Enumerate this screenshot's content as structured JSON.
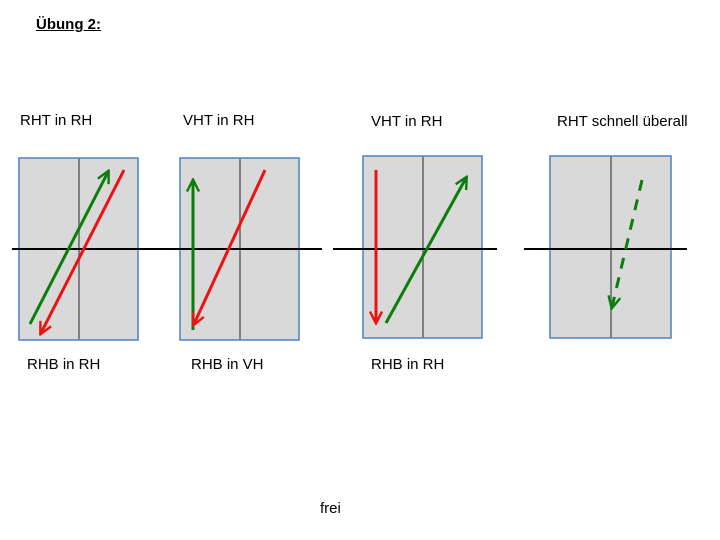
{
  "title": "Übung 2:",
  "footer": "frei",
  "colors": {
    "panel_fill": "#d9d9d9",
    "panel_border": "#4f81bd",
    "center_line": "#808080",
    "baseline": "#000000",
    "green": "#0a7d0a",
    "red": "#ee1111"
  },
  "panels": [
    {
      "top_label": "RHT in RH",
      "bottom_label": "RHB in RH"
    },
    {
      "top_label": "VHT in RH",
      "bottom_label": "RHB in VH"
    },
    {
      "top_label": "VHT in RH",
      "bottom_label": "RHB in RH"
    },
    {
      "top_label": "RHT schnell überall",
      "bottom_label": ""
    }
  ]
}
